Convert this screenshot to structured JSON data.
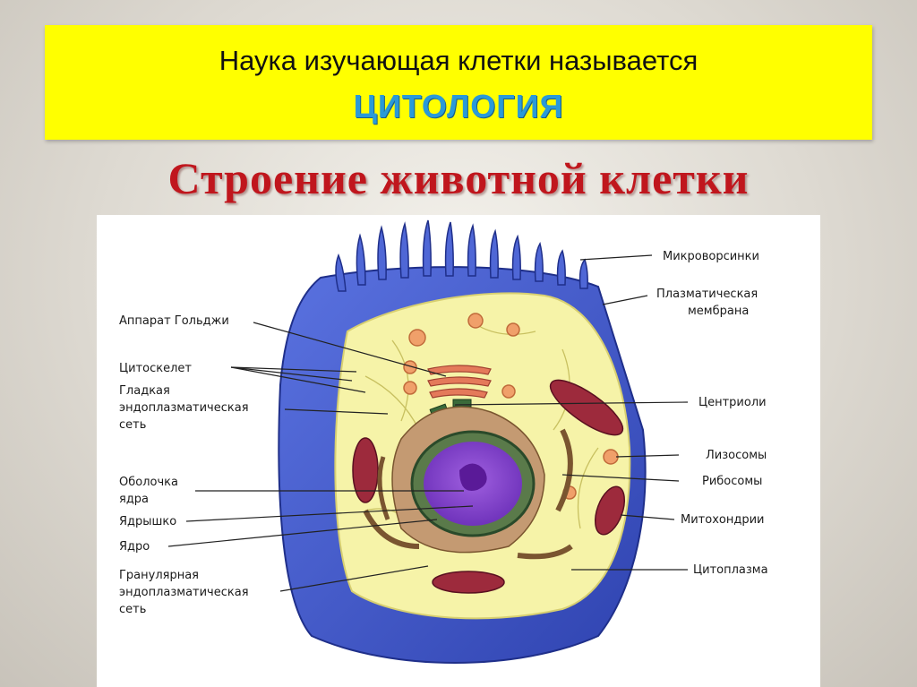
{
  "banner": {
    "line1": "Наука изучающая клетки называется",
    "line2": "ЦИТОЛОГИЯ"
  },
  "title": "Строение животной  клетки",
  "diagram": {
    "labels_left": {
      "golgi": "Аппарат Гольджи",
      "cytoskeleton": "Цитоскелет",
      "smooth_er_1": "Гладкая",
      "smooth_er_2": "эндоплазматическая",
      "smooth_er_3": "сеть",
      "envelope_1": "Оболочка",
      "envelope_2": "ядра",
      "nucleolus": "Ядрышко",
      "nucleus": "Ядро",
      "rough_er_1": "Гранулярная",
      "rough_er_2": "эндоплазматическая",
      "rough_er_3": "сеть"
    },
    "labels_right": {
      "microvilli": "Микроворсинки",
      "membrane_1": "Плазматическая",
      "membrane_2": "мембрана",
      "centrioles": "Центриоли",
      "lysosomes": "Лизосомы",
      "ribosomes": "Рибосомы",
      "mitochondria": "Митохондрии",
      "cytoplasm": "Цитоплазма"
    },
    "colors": {
      "membrane": "#3f57c8",
      "cytoplasm": "#f6f3a8",
      "nucleus": "#8a4ed0",
      "mitochondria": "#9d2a3c",
      "er": "#c49a72"
    }
  }
}
